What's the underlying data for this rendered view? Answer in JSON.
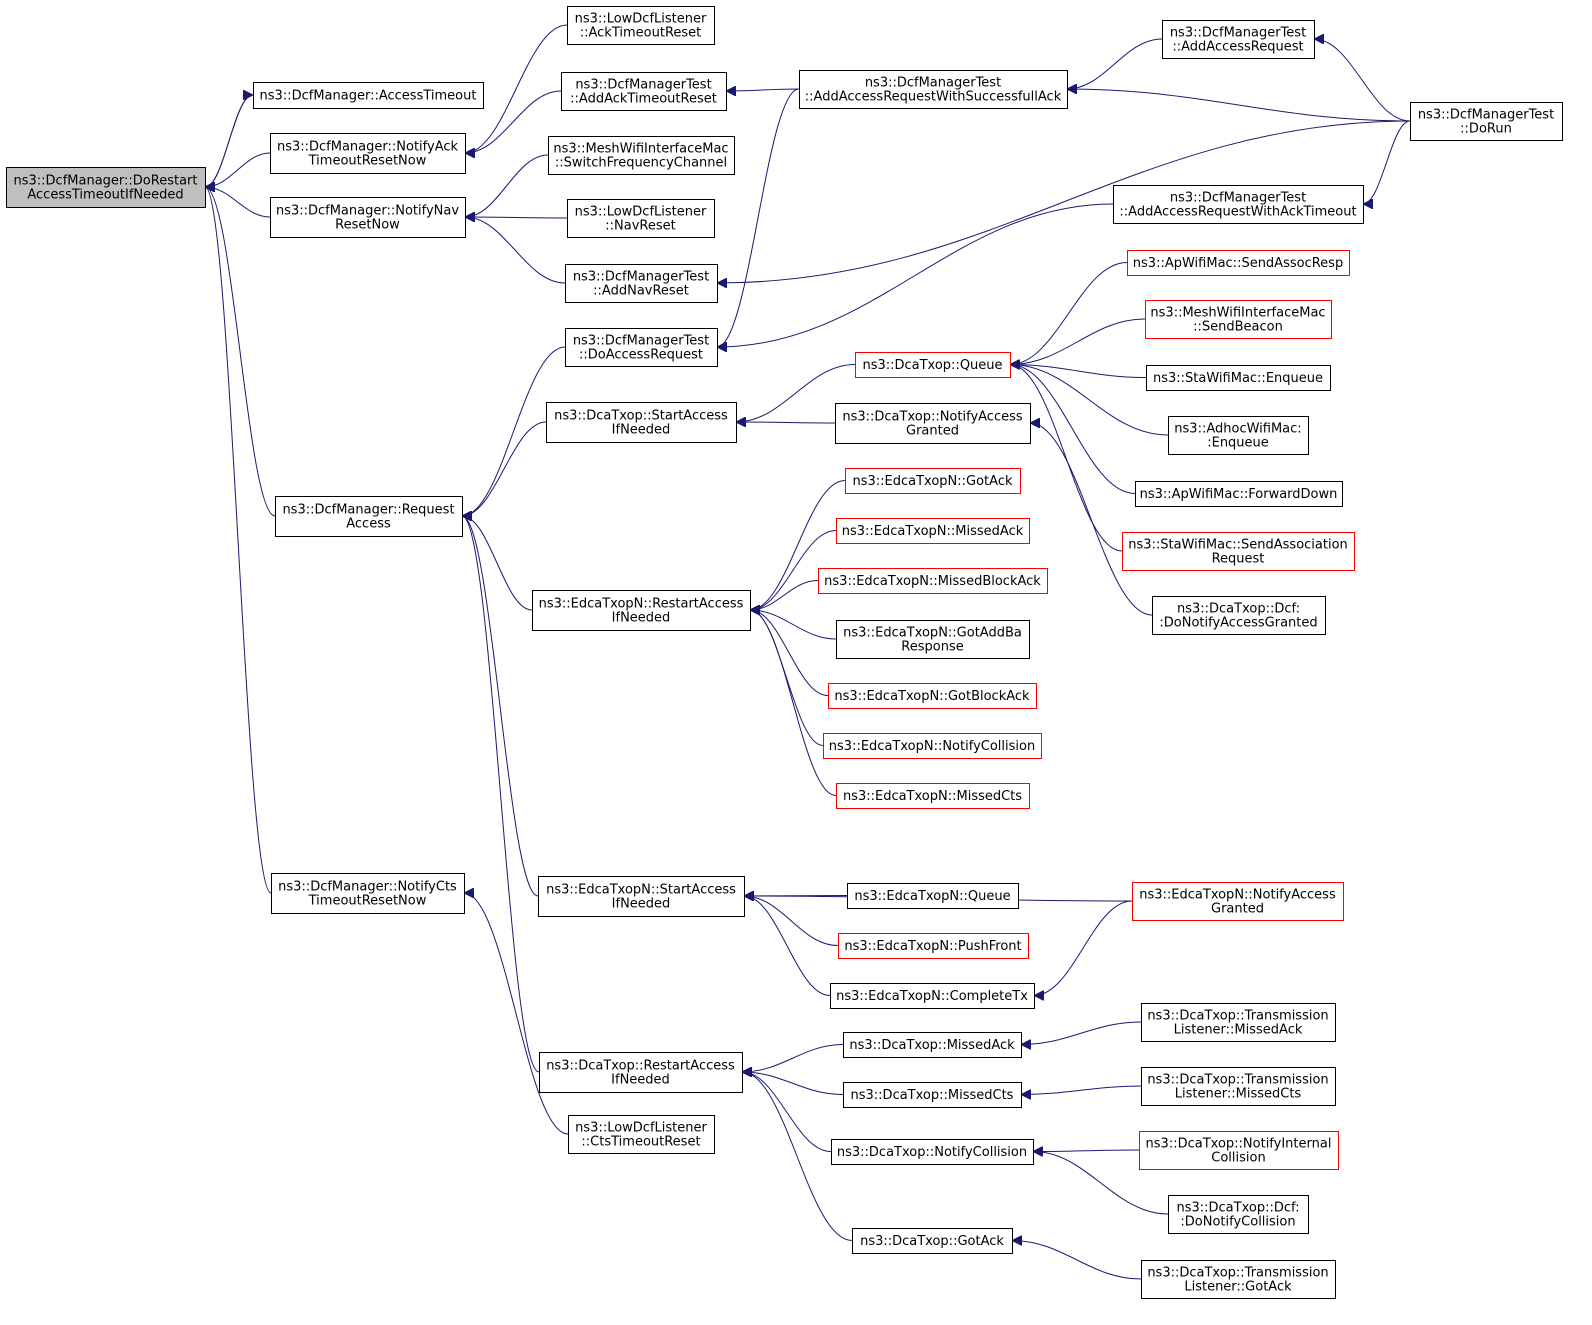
{
  "graph": {
    "edge_color": "#191970",
    "node_border_color": "#000000",
    "highlight_border_color": "#ff0000",
    "root_fill": "#bfbfbf",
    "nodes": [
      {
        "id": "n0",
        "lines": [
          "ns3::DcfManager::DoRestart",
          "AccessTimeoutIfNeeded"
        ],
        "root": true
      },
      {
        "id": "n1",
        "lines": [
          "ns3::DcfManager::AccessTimeout"
        ]
      },
      {
        "id": "n2",
        "lines": [
          "ns3::DcfManager::NotifyAck",
          "TimeoutResetNow"
        ]
      },
      {
        "id": "n3",
        "lines": [
          "ns3::DcfManager::NotifyNav",
          "ResetNow"
        ]
      },
      {
        "id": "n4",
        "lines": [
          "ns3::DcfManager::Request",
          "Access"
        ]
      },
      {
        "id": "n5",
        "lines": [
          "ns3::DcfManager::NotifyCts",
          "TimeoutResetNow"
        ]
      },
      {
        "id": "n6",
        "lines": [
          "ns3::LowDcfListener",
          "::AckTimeoutReset"
        ]
      },
      {
        "id": "n7",
        "lines": [
          "ns3::DcfManagerTest",
          "::AddAckTimeoutReset"
        ]
      },
      {
        "id": "n8",
        "lines": [
          "ns3::MeshWifiInterfaceMac",
          "::SwitchFrequencyChannel"
        ]
      },
      {
        "id": "n9",
        "lines": [
          "ns3::LowDcfListener",
          "::NavReset"
        ]
      },
      {
        "id": "n10",
        "lines": [
          "ns3::DcfManagerTest",
          "::AddNavReset"
        ]
      },
      {
        "id": "n11",
        "lines": [
          "ns3::DcfManagerTest",
          "::DoAccessRequest"
        ]
      },
      {
        "id": "n12",
        "lines": [
          "ns3::DcaTxop::StartAccess",
          "IfNeeded"
        ]
      },
      {
        "id": "n13",
        "lines": [
          "ns3::EdcaTxopN::RestartAccess",
          "IfNeeded"
        ]
      },
      {
        "id": "n14",
        "lines": [
          "ns3::EdcaTxopN::StartAccess",
          "IfNeeded"
        ]
      },
      {
        "id": "n15",
        "lines": [
          "ns3::DcaTxop::RestartAccess",
          "IfNeeded"
        ]
      },
      {
        "id": "n16",
        "lines": [
          "ns3::LowDcfListener",
          "::CtsTimeoutReset"
        ]
      },
      {
        "id": "n17",
        "lines": [
          "ns3::DcfManagerTest",
          "::AddAccessRequestWithSuccessfullAck"
        ]
      },
      {
        "id": "n18",
        "lines": [
          "ns3::DcaTxop::Queue"
        ],
        "red": true
      },
      {
        "id": "n19",
        "lines": [
          "ns3::DcaTxop::NotifyAccess",
          "Granted"
        ]
      },
      {
        "id": "n20",
        "lines": [
          "ns3::EdcaTxopN::GotAck"
        ],
        "red": true
      },
      {
        "id": "n21",
        "lines": [
          "ns3::EdcaTxopN::MissedAck"
        ],
        "red": true
      },
      {
        "id": "n22",
        "lines": [
          "ns3::EdcaTxopN::MissedBlockAck"
        ],
        "red": true
      },
      {
        "id": "n23",
        "lines": [
          "ns3::EdcaTxopN::GotAddBa",
          "Response"
        ]
      },
      {
        "id": "n24",
        "lines": [
          "ns3::EdcaTxopN::GotBlockAck"
        ],
        "red": true
      },
      {
        "id": "n25",
        "lines": [
          "ns3::EdcaTxopN::NotifyCollision"
        ],
        "red": true
      },
      {
        "id": "n26",
        "lines": [
          "ns3::EdcaTxopN::MissedCts"
        ],
        "red": true
      },
      {
        "id": "n27",
        "lines": [
          "ns3::EdcaTxopN::Queue"
        ]
      },
      {
        "id": "n28",
        "lines": [
          "ns3::EdcaTxopN::PushFront"
        ],
        "red": true
      },
      {
        "id": "n29",
        "lines": [
          "ns3::EdcaTxopN::CompleteTx"
        ]
      },
      {
        "id": "n30",
        "lines": [
          "ns3::DcaTxop::MissedAck"
        ]
      },
      {
        "id": "n31",
        "lines": [
          "ns3::DcaTxop::MissedCts"
        ]
      },
      {
        "id": "n32",
        "lines": [
          "ns3::DcaTxop::NotifyCollision"
        ]
      },
      {
        "id": "n33",
        "lines": [
          "ns3::DcaTxop::GotAck"
        ]
      },
      {
        "id": "n34",
        "lines": [
          "ns3::DcfManagerTest",
          "::AddAccessRequest"
        ]
      },
      {
        "id": "n35",
        "lines": [
          "ns3::DcfManagerTest",
          "::DoRun"
        ]
      },
      {
        "id": "n36",
        "lines": [
          "ns3::DcfManagerTest",
          "::AddAccessRequestWithAckTimeout"
        ]
      },
      {
        "id": "n37",
        "lines": [
          "ns3::ApWifiMac::SendAssocResp"
        ],
        "red": true
      },
      {
        "id": "n38",
        "lines": [
          "ns3::MeshWifiInterfaceMac",
          "::SendBeacon"
        ],
        "red": true
      },
      {
        "id": "n39",
        "lines": [
          "ns3::StaWifiMac::Enqueue"
        ]
      },
      {
        "id": "n40",
        "lines": [
          "ns3::AdhocWifiMac:",
          ":Enqueue"
        ]
      },
      {
        "id": "n41",
        "lines": [
          "ns3::ApWifiMac::ForwardDown"
        ]
      },
      {
        "id": "n42",
        "lines": [
          "ns3::StaWifiMac::SendAssociation",
          "Request"
        ],
        "red": true
      },
      {
        "id": "n43",
        "lines": [
          "ns3::DcaTxop::Dcf:",
          ":DoNotifyAccessGranted"
        ]
      },
      {
        "id": "n44",
        "lines": [
          "ns3::EdcaTxopN::NotifyAccess",
          "Granted"
        ],
        "red": true
      },
      {
        "id": "n45",
        "lines": [
          "ns3::DcaTxop::Transmission",
          "Listener::MissedAck"
        ]
      },
      {
        "id": "n46",
        "lines": [
          "ns3::DcaTxop::Transmission",
          "Listener::MissedCts"
        ]
      },
      {
        "id": "n47",
        "lines": [
          "ns3::DcaTxop::NotifyInternal",
          "Collision"
        ],
        "red": true
      },
      {
        "id": "n48",
        "lines": [
          "ns3::DcaTxop::Dcf:",
          ":DoNotifyCollision"
        ]
      },
      {
        "id": "n49",
        "lines": [
          "ns3::DcaTxop::Transmission",
          "Listener::GotAck"
        ]
      }
    ],
    "edges": [
      [
        "n1",
        "n0"
      ],
      [
        "n2",
        "n0"
      ],
      [
        "n3",
        "n0"
      ],
      [
        "n4",
        "n0"
      ],
      [
        "n5",
        "n0"
      ],
      [
        "n0",
        "n1"
      ],
      [
        "n6",
        "n2"
      ],
      [
        "n7",
        "n2"
      ],
      [
        "n8",
        "n3"
      ],
      [
        "n9",
        "n3"
      ],
      [
        "n10",
        "n3"
      ],
      [
        "n11",
        "n4"
      ],
      [
        "n12",
        "n4"
      ],
      [
        "n13",
        "n4"
      ],
      [
        "n14",
        "n4"
      ],
      [
        "n15",
        "n4"
      ],
      [
        "n16",
        "n5"
      ],
      [
        "n17",
        "n7"
      ],
      [
        "n35",
        "n10"
      ],
      [
        "n17",
        "n11"
      ],
      [
        "n36",
        "n11"
      ],
      [
        "n18",
        "n12"
      ],
      [
        "n19",
        "n12"
      ],
      [
        "n20",
        "n13"
      ],
      [
        "n21",
        "n13"
      ],
      [
        "n22",
        "n13"
      ],
      [
        "n23",
        "n13"
      ],
      [
        "n24",
        "n13"
      ],
      [
        "n25",
        "n13"
      ],
      [
        "n26",
        "n13"
      ],
      [
        "n44",
        "n14"
      ],
      [
        "n27",
        "n14"
      ],
      [
        "n28",
        "n14"
      ],
      [
        "n29",
        "n14"
      ],
      [
        "n30",
        "n15"
      ],
      [
        "n31",
        "n15"
      ],
      [
        "n32",
        "n15"
      ],
      [
        "n33",
        "n15"
      ],
      [
        "n34",
        "n17"
      ],
      [
        "n35",
        "n17"
      ],
      [
        "n37",
        "n18"
      ],
      [
        "n38",
        "n18"
      ],
      [
        "n39",
        "n18"
      ],
      [
        "n40",
        "n18"
      ],
      [
        "n41",
        "n18"
      ],
      [
        "n42",
        "n18"
      ],
      [
        "n43",
        "n19"
      ],
      [
        "n44",
        "n29"
      ],
      [
        "n45",
        "n30"
      ],
      [
        "n46",
        "n31"
      ],
      [
        "n47",
        "n32"
      ],
      [
        "n48",
        "n32"
      ],
      [
        "n49",
        "n33"
      ],
      [
        "n35",
        "n34"
      ],
      [
        "n35",
        "n36"
      ]
    ]
  }
}
